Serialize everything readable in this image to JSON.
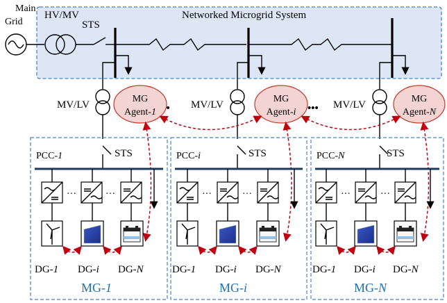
{
  "main_grid": {
    "line1": "Main",
    "line2": "Grid"
  },
  "hvmv_label": "HV/MV",
  "top_sts_label": "STS",
  "system_title": "Networked Microgrid System",
  "mvlv_label": "MV/LV",
  "ellipsis": "•••",
  "dots": "···",
  "agents": [
    {
      "line1": "MG",
      "line2a": "Agent-",
      "line2b": "1"
    },
    {
      "line1": "MG",
      "line2a": "Agent-",
      "line2b": "i"
    },
    {
      "line1": "MG",
      "line2a": "Agent-",
      "line2b": "N"
    }
  ],
  "microgrids": [
    {
      "pcc_a": "PCC-",
      "pcc_b": "1",
      "sts": "STS",
      "title_a": "MG-",
      "title_b": "1",
      "dg": [
        {
          "a": "DG-",
          "b": "1"
        },
        {
          "a": "DG-",
          "b": "i"
        },
        {
          "a": "DG-",
          "b": "N"
        }
      ]
    },
    {
      "pcc_a": "PCC-",
      "pcc_b": "i",
      "sts": "STS",
      "title_a": "MG-",
      "title_b": "i",
      "dg": [
        {
          "a": "DG-",
          "b": "1"
        },
        {
          "a": "DG-",
          "b": "i"
        },
        {
          "a": "DG-",
          "b": "N"
        }
      ]
    },
    {
      "pcc_a": "PCC-",
      "pcc_b": "N",
      "sts": "STS",
      "title_a": "MG-",
      "title_b": "N",
      "dg": [
        {
          "a": "DG-",
          "b": "1"
        },
        {
          "a": "DG-",
          "b": "i"
        },
        {
          "a": "DG-",
          "b": "N"
        }
      ]
    }
  ],
  "colors": {
    "system_fill": "#dde6f5",
    "system_border": "#4a7fc1",
    "agent_fill": "#f4d3d3",
    "agent_border": "#c0392b",
    "arrow": "#c0000f",
    "mg_title": "#1f6fb5"
  }
}
